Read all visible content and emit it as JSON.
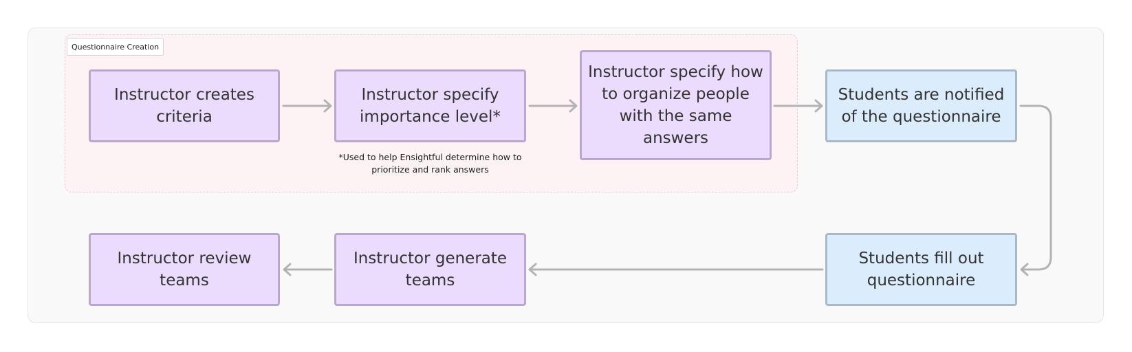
{
  "diagram": {
    "section_label": "Questionnaire Creation",
    "nodes": {
      "create_criteria": "Instructor creates criteria",
      "importance_level": "Instructor specify importance level*",
      "organize_people": "Instructor specify how to organize people with the same answers",
      "students_notified": "Students are notified of the questionnaire",
      "students_fill": "Students fill out questionnaire",
      "generate_teams": "Instructor generate teams",
      "review_teams": "Instructor review teams"
    },
    "footnote": "*Used to help Ensightful determine how to prioritize and rank answers",
    "colors": {
      "instructor_fill": "#ebdbfd",
      "instructor_border": "#b9a7cf",
      "student_fill": "#dbecfd",
      "student_border": "#a9b8c8",
      "section_fill": "#fdf3f4",
      "connector": "#b3b3b3"
    }
  }
}
